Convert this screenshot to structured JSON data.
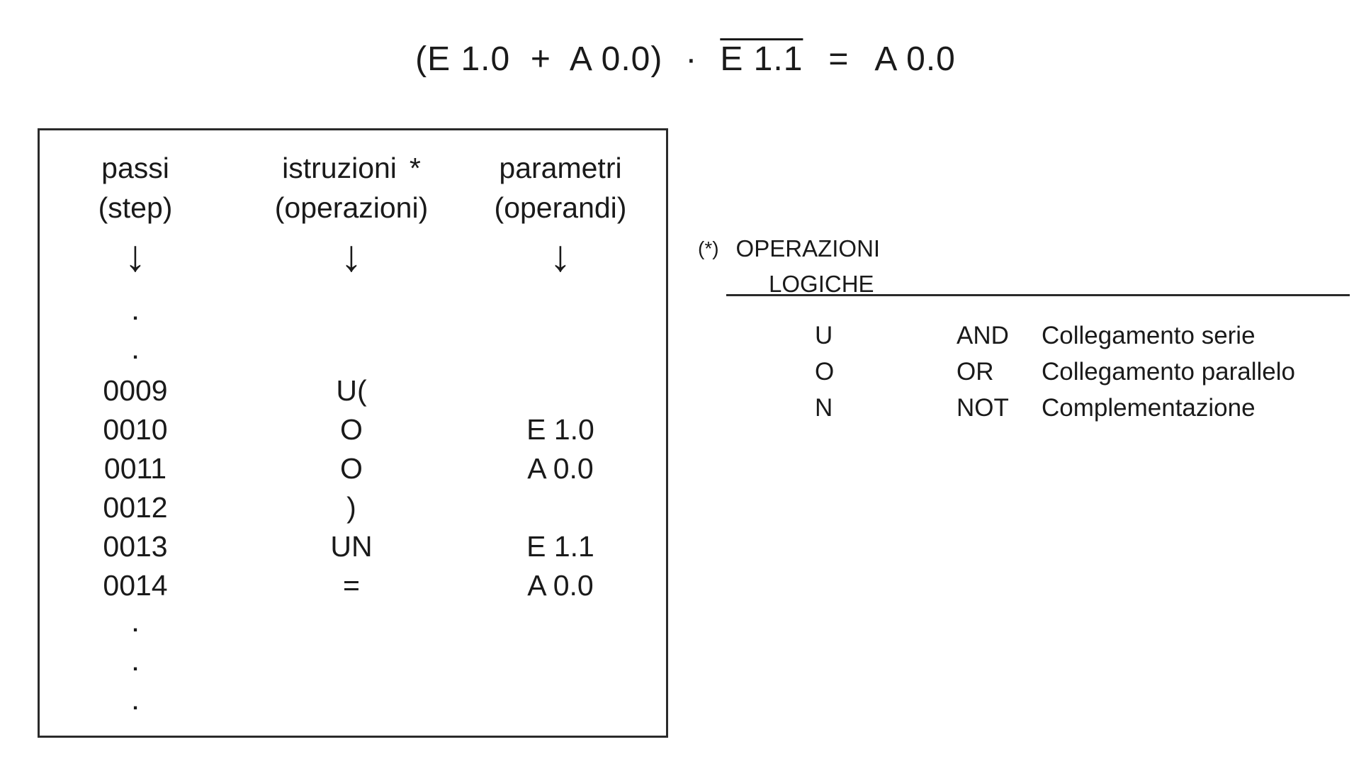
{
  "equation": {
    "left_group": "(E 1.0  +  A 0.0)",
    "dot": "·",
    "negated_term": "E 1.1",
    "equals": "=",
    "result": "A 0.0"
  },
  "program_table": {
    "headers": {
      "steps": [
        "passi",
        "(step)"
      ],
      "operations": [
        "istruzioni",
        "(operazioni)"
      ],
      "operations_marker": "*",
      "parameters": [
        "parametri",
        "(operandi)"
      ]
    },
    "arrow_glyph": "↓",
    "ellipsis_glyph": ".",
    "rows": [
      {
        "step": "0009",
        "op": "U(",
        "param": ""
      },
      {
        "step": "0010",
        "op": "O",
        "param": "E 1.0"
      },
      {
        "step": "0011",
        "op": "O",
        "param": "A 0.0"
      },
      {
        "step": "0012",
        "op": ")",
        "param": ""
      },
      {
        "step": "0013",
        "op": "UN",
        "param": "E 1.1"
      },
      {
        "step": "0014",
        "op": "=",
        "param": "A 0.0"
      }
    ]
  },
  "legend": {
    "note_marker": "(*)",
    "title": [
      "OPERAZIONI",
      "LOGICHE"
    ],
    "items": [
      {
        "code": "U",
        "operation": "AND",
        "description": "Collegamento serie"
      },
      {
        "code": "O",
        "operation": "OR",
        "description": "Collegamento parallelo"
      },
      {
        "code": "N",
        "operation": "NOT",
        "description": "Complementazione"
      }
    ]
  }
}
